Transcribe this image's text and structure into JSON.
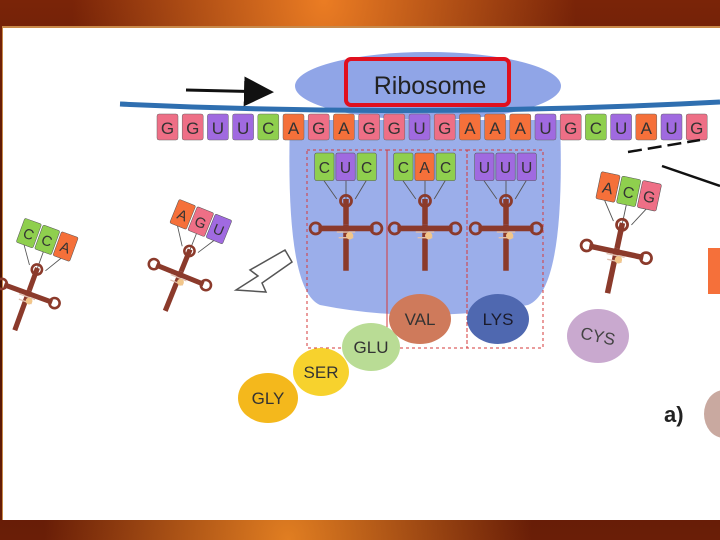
{
  "labels": {
    "ribosome": "Ribosome",
    "panel_marker": "a)"
  },
  "mrna": {
    "bases": [
      "G",
      "G",
      "U",
      "U",
      "C",
      "A",
      "G",
      "A",
      "G",
      "G",
      "U",
      "G",
      "A",
      "A",
      "A",
      "U",
      "G",
      "C",
      "U",
      "A",
      "U",
      "G"
    ]
  },
  "trnas": {
    "leaving_1": {
      "anticodon": [
        "C",
        "C",
        "A"
      ]
    },
    "leaving_2": {
      "anticodon": [
        "A",
        "G",
        "U"
      ]
    },
    "site_p": {
      "anticodon": [
        "C",
        "U",
        "C"
      ]
    },
    "site_a1": {
      "anticodon": [
        "C",
        "A",
        "C"
      ]
    },
    "site_a2": {
      "anticodon": [
        "U",
        "U",
        "U"
      ]
    },
    "incoming": {
      "anticodon": [
        "A",
        "C",
        "G"
      ],
      "amino_acid": "CYS"
    }
  },
  "amino_acids": [
    "GLY",
    "SER",
    "GLU",
    "VAL",
    "LYS"
  ],
  "colors": {
    "ribosome": "#8aa0e6",
    "mrna_backbone": "#2f6fb0",
    "highlight_box": "#e0101e",
    "base_A": "#f5703a",
    "base_G": "#ee6f86",
    "base_U": "#a06ae0",
    "base_C": "#8fcf4e",
    "trna": "#8b3a2b",
    "GLY": "#f4b81c",
    "SER": "#f7d22d",
    "GLU": "#b9dc95",
    "VAL": "#cf7a5b",
    "LYS": "#4f68b0",
    "CYS": "#c9a9cf"
  }
}
